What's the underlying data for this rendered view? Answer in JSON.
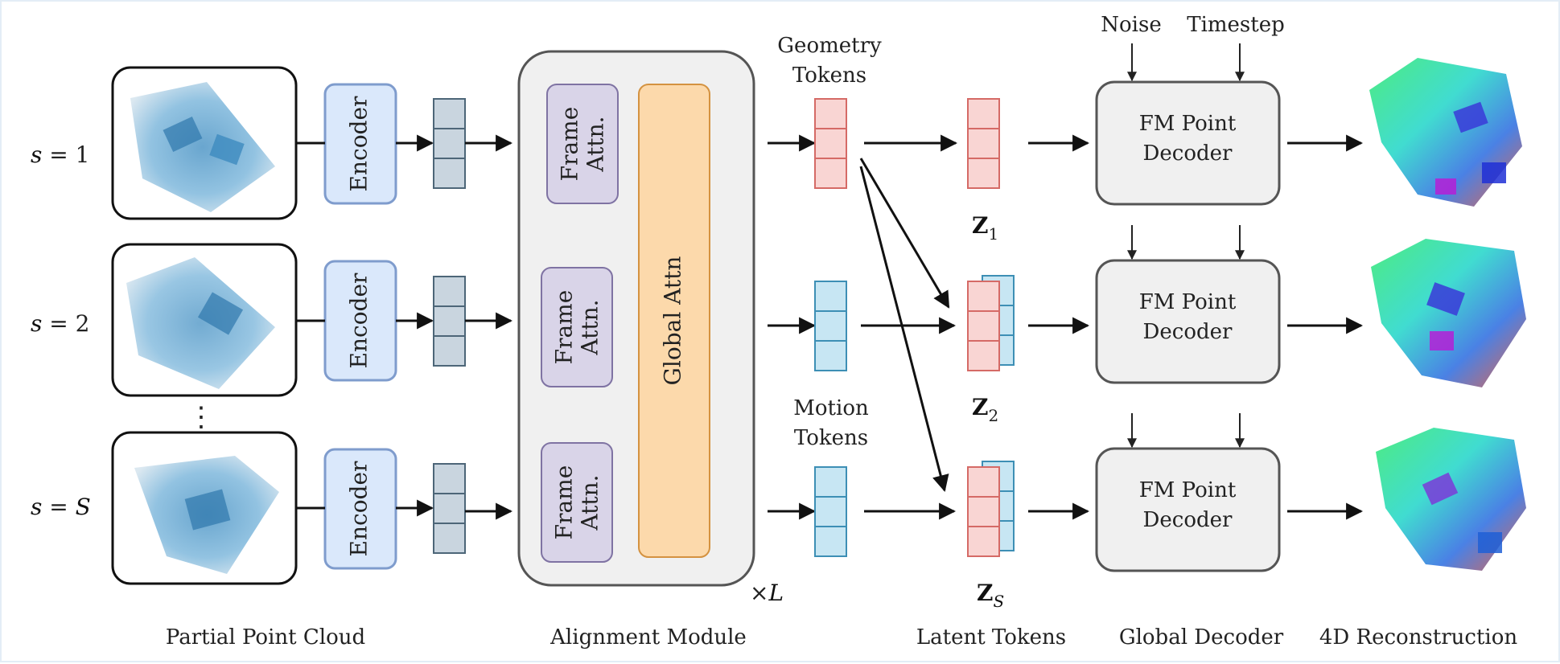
{
  "rows": [
    {
      "var": "s",
      "val": "1"
    },
    {
      "var": "s",
      "val": "2"
    },
    {
      "var": "s",
      "val": "S"
    }
  ],
  "ellipsis": "⋮",
  "encoder_label": "Encoder",
  "frame_attn": [
    "Frame",
    "Attn."
  ],
  "global_attn": "Global Attn",
  "times_l": {
    "prefix": "×",
    "var": "L"
  },
  "geometry_tokens": [
    "Geometry",
    "Tokens"
  ],
  "motion_tokens": [
    "Motion",
    "Tokens"
  ],
  "latents": [
    {
      "sym": "Z",
      "sub": "1"
    },
    {
      "sym": "Z",
      "sub": "2"
    },
    {
      "sym": "Z",
      "sub": "S"
    }
  ],
  "noise_label": "Noise",
  "timestep_label": "Timestep",
  "decoder_label": [
    "FM Point",
    "Decoder"
  ],
  "section_labels": {
    "partial": "Partial Point Cloud",
    "alignment": "Alignment Module",
    "latent": "Latent Tokens",
    "global": "Global Decoder",
    "recon": "4D Reconstruction"
  },
  "colors": {
    "encoder_fill": "#dae8fb",
    "encoder_stroke": "#7f9ccd",
    "feature_fill": "#c9d5df",
    "feature_stroke": "#4d6678",
    "frame_fill": "#d9d4e8",
    "frame_stroke": "#7f73a3",
    "global_fill": "#fcd9ab",
    "global_stroke": "#d49240",
    "geometry_fill": "#f9d5d3",
    "geometry_stroke": "#d56a66",
    "motion_fill": "#c7e6f3",
    "motion_stroke": "#3d8fb5",
    "panel_fill": "#f0f0f0",
    "panel_stroke": "#555555"
  }
}
